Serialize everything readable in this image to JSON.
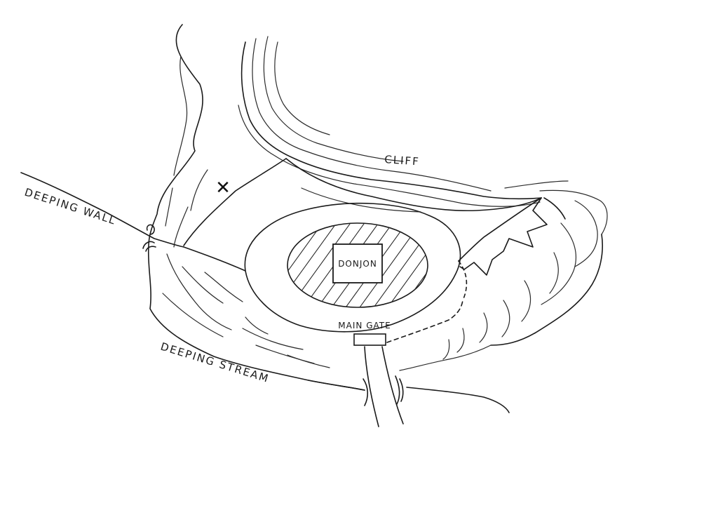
{
  "map": {
    "labels": {
      "cliff": "CLIFF",
      "deeping_wall": "DEEPING WALL",
      "deeping_stream": "DEEPING STREAM",
      "main_gate": "MAIN GATE",
      "donjon": "DONJON"
    },
    "marker": "✕",
    "ink_color": "#1a1a1a",
    "paper_color": "#ffffff"
  }
}
